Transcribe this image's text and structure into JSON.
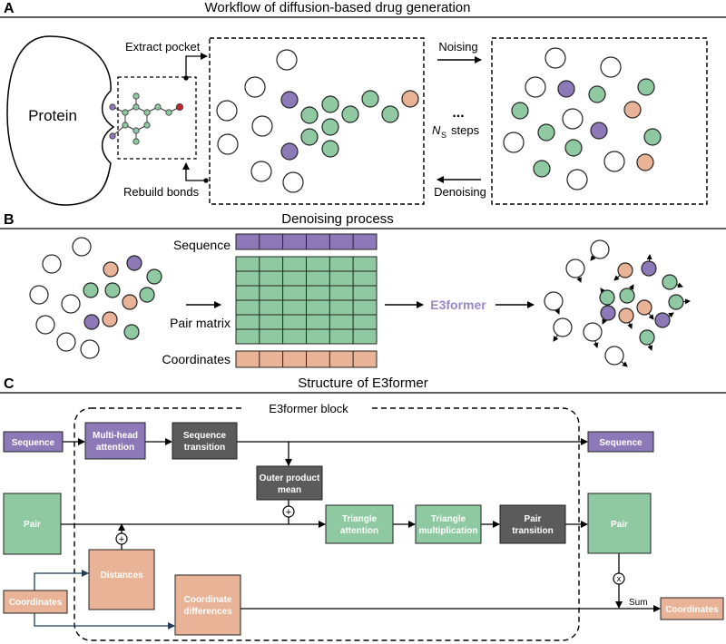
{
  "colors": {
    "purple": "#8e79b8",
    "green": "#8ec9a1",
    "peach": "#e9b397",
    "gray": "#5b5b5b",
    "red": "#c1272d",
    "line": "#000000",
    "navy": "#1f3a5a",
    "e3former_text": "#9b86c8"
  },
  "panel_a": {
    "letter": "A",
    "title": "Workflow of diffusion-based drug generation",
    "protein": "Protein",
    "extract": "Extract pocket",
    "rebuild": "Rebuild bonds",
    "noising": "Noising",
    "denoising": "Denoising",
    "dots": "...",
    "ns_symbol": "N",
    "ns_sub": "S",
    "ns_steps": "steps"
  },
  "panel_b": {
    "letter": "B",
    "title": "Denoising process",
    "sequence": "Sequence",
    "pair_matrix": "Pair matrix",
    "coordinates": "Coordinates",
    "e3former": "E3former"
  },
  "panel_c": {
    "letter": "C",
    "title": "Structure of E3former",
    "block_title": "E3former block",
    "sequence_in": "Sequence",
    "pair_in": "Pair",
    "coordinates_in": "Coordinates",
    "mha": [
      "Multi-head",
      "attention"
    ],
    "seq_transition": [
      "Sequence",
      "transition"
    ],
    "outer_product": [
      "Outer product",
      "mean"
    ],
    "distances": "Distances",
    "triangle_attention": [
      "Triangle",
      "attention"
    ],
    "triangle_mult": [
      "Triangle",
      "multiplication"
    ],
    "pair_transition": [
      "Pair",
      "transition"
    ],
    "coord_diff": [
      "Coordinate",
      "differences"
    ],
    "sequence_out": "Sequence",
    "pair_out": "Pair",
    "coordinates_out": "Coordinates",
    "sum": "Sum",
    "plus": "+",
    "times": "x"
  }
}
